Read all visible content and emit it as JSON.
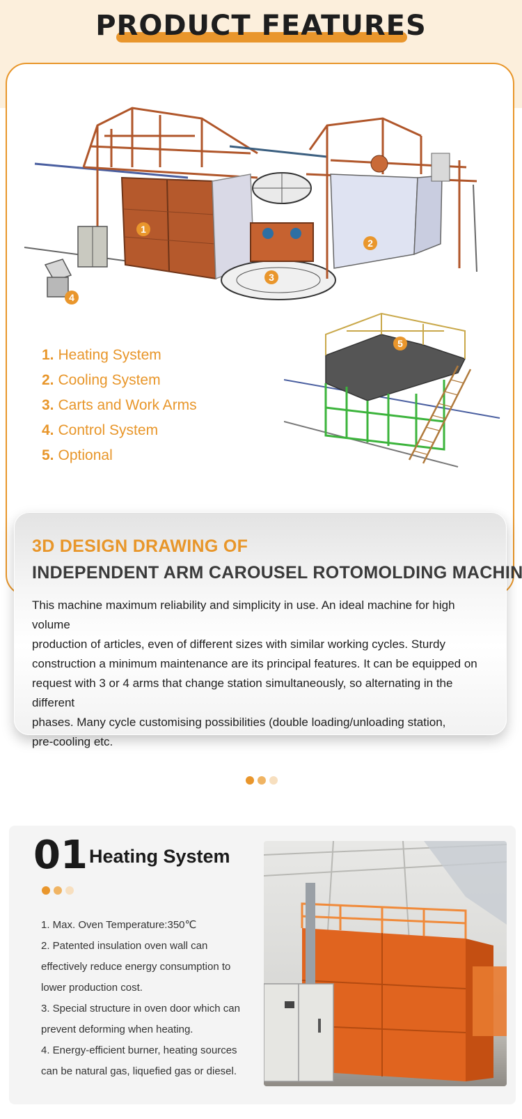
{
  "header": {
    "title": "PRODUCT FEATURES",
    "accent_color": "#e9962c",
    "band_color": "#fcefdc"
  },
  "drawing": {
    "callouts": [
      "1",
      "2",
      "3",
      "4"
    ],
    "platform_callout": "5"
  },
  "features": [
    {
      "num": "1.",
      "label": "Heating System"
    },
    {
      "num": "2.",
      "label": "Cooling System"
    },
    {
      "num": "3.",
      "label": "Carts and Work Arms"
    },
    {
      "num": "4.",
      "label": "Control System"
    },
    {
      "num": "5.",
      "label": "Optional"
    }
  ],
  "description": {
    "subtitle": "3D DESIGN DRAWING OF",
    "title": "INDEPENDENT ARM CAROUSEL ROTOMOLDING MACHINE",
    "lines": [
      "This machine maximum reliability and simplicity in use. An ideal machine for high volume",
      "production of articles, even of different sizes with similar working cycles. Sturdy",
      "construction a minimum maintenance are its principal features. It can be equipped on",
      "request with 3 or 4 arms that change station simultaneously, so alternating in the different",
      "phases. Many cycle customising possibilities (double loading/unloading station,",
      "pre-cooling etc."
    ]
  },
  "section": {
    "number": "01",
    "title": "Heating System",
    "items": [
      "1. Max. Oven Temperature:350℃",
      "2. Patented insulation oven wall can",
      "effectively reduce energy consumption to",
      "lower production cost.",
      "3.  Special structure in oven door which can",
      "prevent deforming when heating.",
      "4. Energy-efficient burner, heating sources",
      "can be natural gas, liquefied gas or diesel."
    ]
  }
}
